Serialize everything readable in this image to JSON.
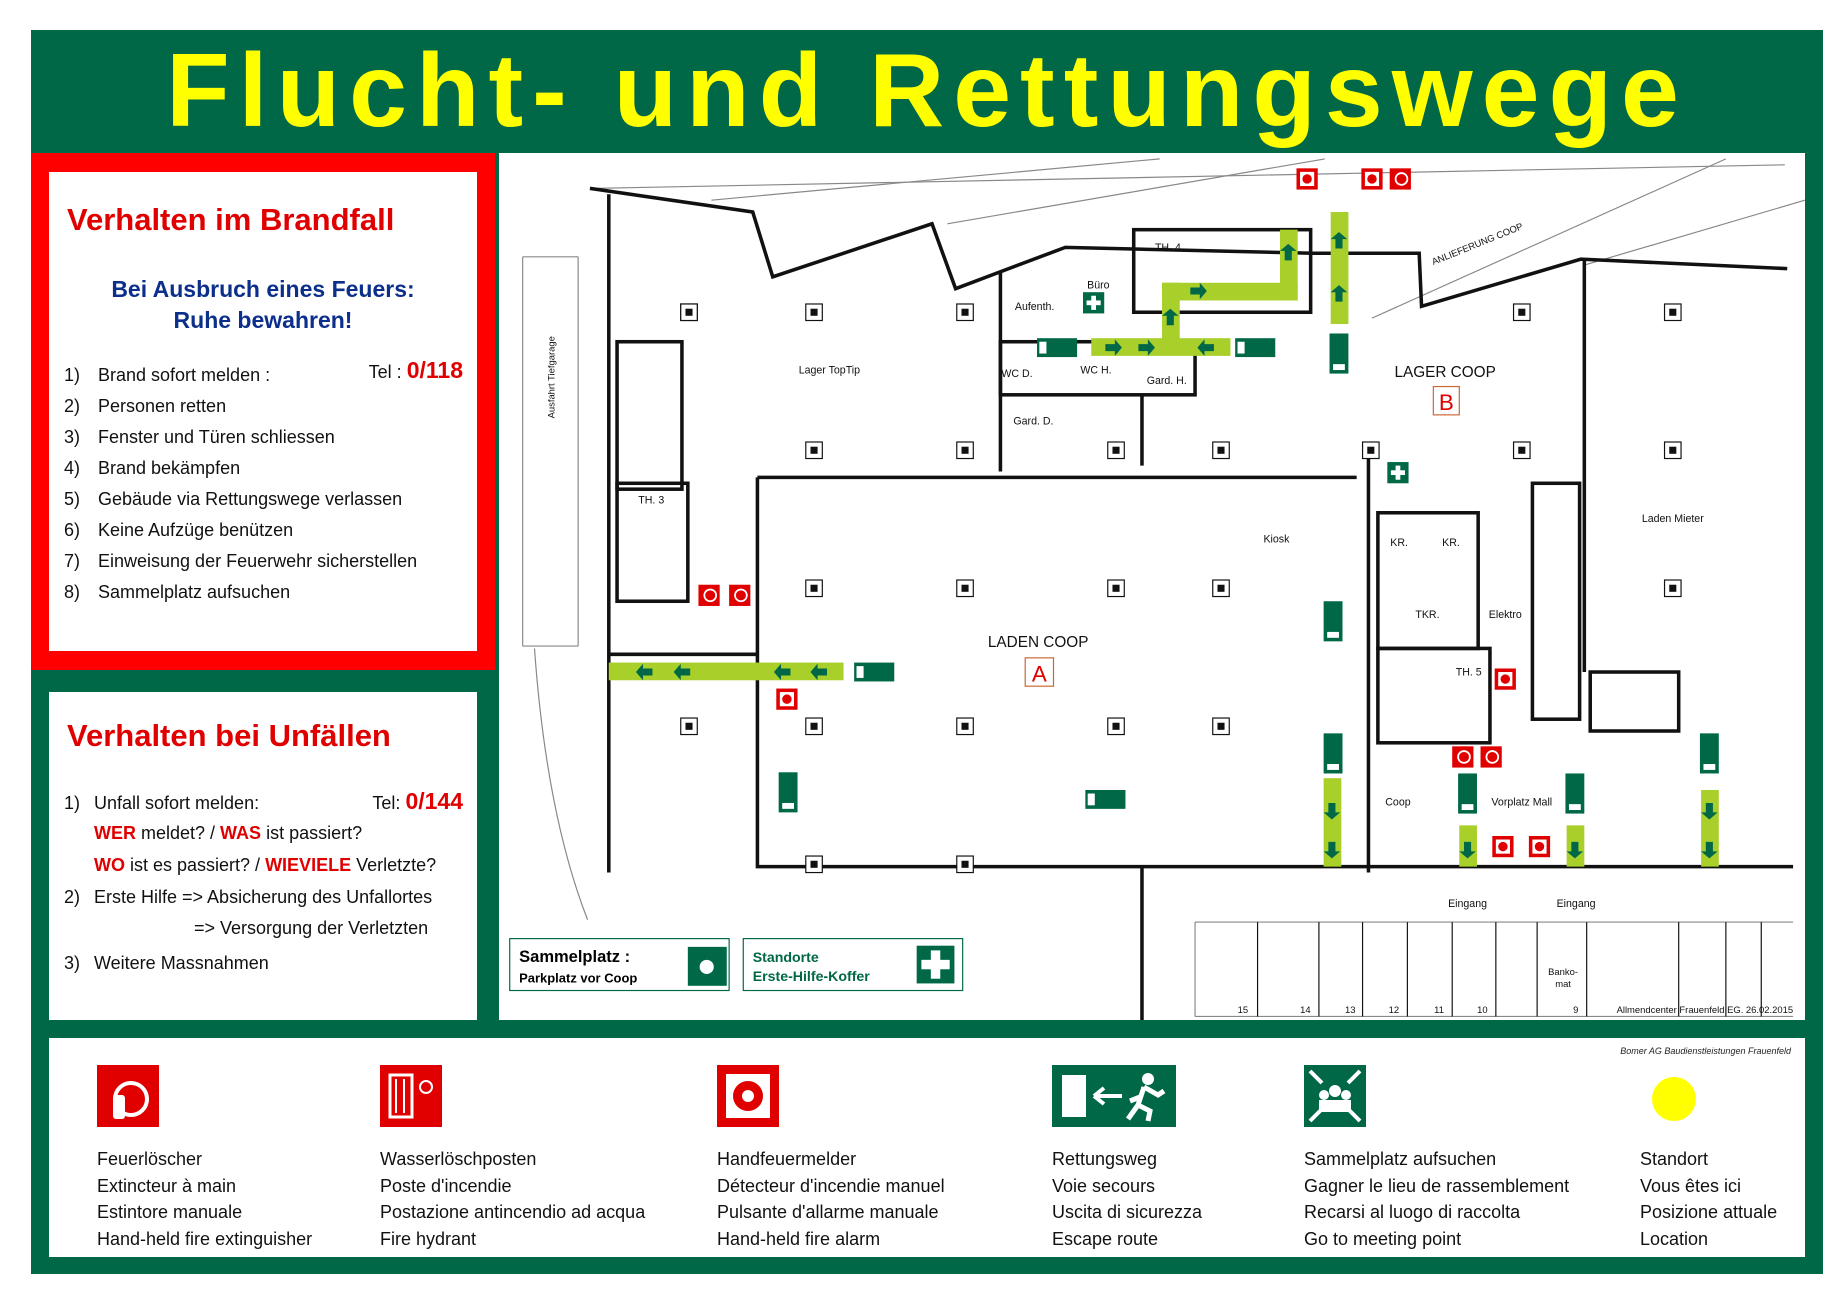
{
  "title": "Flucht- und Rettungswege",
  "fire": {
    "heading": "Verhalten im Brandfall",
    "sub1": "Bei Ausbruch eines Feuers:",
    "sub2": "Ruhe bewahren!",
    "tel_label": "Tel :",
    "tel": "0/118",
    "items": [
      {
        "n": "1)",
        "t": "Brand sofort melden :"
      },
      {
        "n": "2)",
        "t": "Personen retten"
      },
      {
        "n": "3)",
        "t": "Fenster und Türen schliessen"
      },
      {
        "n": "4)",
        "t": "Brand bekämpfen"
      },
      {
        "n": "5)",
        "t": "Gebäude via Rettungswege verlassen"
      },
      {
        "n": "6)",
        "t": "Keine Aufzüge benützen"
      },
      {
        "n": "7)",
        "t": "Einweisung der Feuerwehr sicherstellen"
      },
      {
        "n": "8)",
        "t": "Sammelplatz aufsuchen"
      }
    ]
  },
  "accident": {
    "heading": "Verhalten bei Unfällen",
    "tel_label": "Tel:",
    "tel": "0/144",
    "i1": "1)",
    "i1t": "Unfall sofort melden:",
    "wer": "WER",
    "wer_t": " meldet?  / ",
    "was": "WAS",
    "was_t": " ist passiert?",
    "wo": "WO",
    "wo_t": " ist es passiert?  / ",
    "wieviele": "WIEVIELE",
    "wieviele_t": " Verletzte?",
    "i2": "2)",
    "i2t": "Erste Hilfe  => Absicherung des Unfallortes",
    "i2b": "=> Versorgung der Verletzten",
    "i3": "3)",
    "i3t": "Weitere Massnahmen"
  },
  "map": {
    "lager_toptip": "Lager TopTip",
    "lager_coop": "LAGER COOP",
    "b": "B",
    "laden_coop": "LADEN COOP",
    "a": "A",
    "laden_mieter": "Laden Mieter",
    "kiosk": "Kiosk",
    "kr1": "KR.",
    "kr2": "KR.",
    "tkr": "TKR.",
    "elektro": "Elektro",
    "th5": "TH. 5",
    "th3": "TH. 3",
    "th4": "TH. 4",
    "buero": "Büro",
    "aufenth": "Aufenth.",
    "wcd": "WC D.",
    "wch": "WC H.",
    "gardh": "Gard. H.",
    "gardd": "Gard. D.",
    "coop": "Coop",
    "vorplatz": "Vorplatz Mall",
    "eingang1": "Eingang",
    "eingang2": "Eingang",
    "ausfahrt": "Ausfahrt Tiefgarage",
    "anlieferung": "ANLIEFERUNG COOP",
    "parking": [
      "15",
      "14",
      "13",
      "12",
      "11",
      "10",
      "9"
    ],
    "bankomat1": "Banko-",
    "bankomat2": "mat",
    "plan_note": "Allmendcenter Frauenfeld EG. 26.02.2015",
    "sammel_title": "Sammelplatz :",
    "sammel_sub": "Parkplatz vor Coop",
    "hilfe1": "Standorte",
    "hilfe2": "Erste-Hilfe-Koffer"
  },
  "legend": {
    "credit": "Bomer AG Baudienstleistungen Frauenfeld",
    "items": [
      {
        "icon": "fire-extinguisher-icon",
        "lines": [
          "Feuerlöscher",
          "Extincteur à main",
          "Estintore manuale",
          "Hand-held fire extinguisher"
        ]
      },
      {
        "icon": "fire-hydrant-icon",
        "lines": [
          "Wasserlöschposten",
          "Poste d'incendie",
          "Postazione antincendio ad acqua",
          "Fire hydrant"
        ]
      },
      {
        "icon": "fire-alarm-icon",
        "lines": [
          "Handfeuermelder",
          "Détecteur d'incendie manuel",
          "Pulsante d'allarme manuale",
          "Hand-held fire alarm"
        ]
      },
      {
        "icon": "escape-route-icon",
        "lines": [
          "Rettungsweg",
          "Voie secours",
          "Uscita di sicurezza",
          "Escape route"
        ]
      },
      {
        "icon": "assembly-point-icon",
        "lines": [
          "Sammelplatz aufsuchen",
          "Gagner le lieu de rassemblement",
          "Recarsi al luogo di raccolta",
          "Go to meeting point"
        ]
      },
      {
        "icon": "location-dot-icon",
        "lines": [
          "Standort",
          "Vous êtes ici",
          "Posizione attuale",
          "Location"
        ]
      }
    ]
  },
  "colors": {
    "green": "#006847",
    "yellow": "#ffff00",
    "red": "#e00000",
    "path": "#a8cf2a"
  }
}
